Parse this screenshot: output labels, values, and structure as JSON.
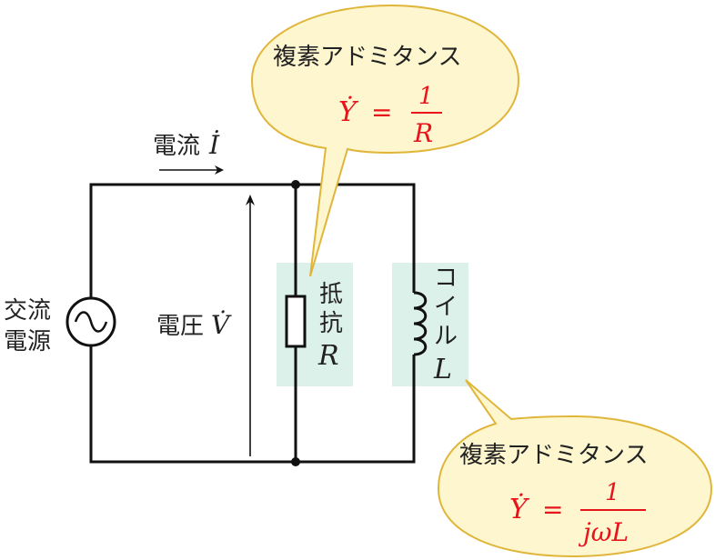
{
  "current": {
    "label": "電流",
    "symbol": "İ"
  },
  "source": {
    "line1": "交流",
    "line2": "電源"
  },
  "voltage": {
    "label": "電圧",
    "symbol": "V̇"
  },
  "resistor": {
    "line1": "抵",
    "line2": "抗",
    "symbol": "R"
  },
  "coil": {
    "line1": "コ",
    "line2": "イ",
    "line3": "ル",
    "symbol": "L"
  },
  "callout_top": {
    "title": "複素アドミタンス",
    "lhs": "Ẏ",
    "equals": "=",
    "numerator": "1",
    "denominator": "R"
  },
  "callout_bottom": {
    "title": "複素アドミタンス",
    "lhs": "Ẏ",
    "equals": "=",
    "numerator": "1",
    "denominator": "jωL"
  },
  "colors": {
    "wire": "#111111",
    "highlight": "#dcf1ea",
    "bubble_fill": "#fdf6cf",
    "bubble_stroke": "#e0b63a",
    "formula": "#e8141c"
  }
}
